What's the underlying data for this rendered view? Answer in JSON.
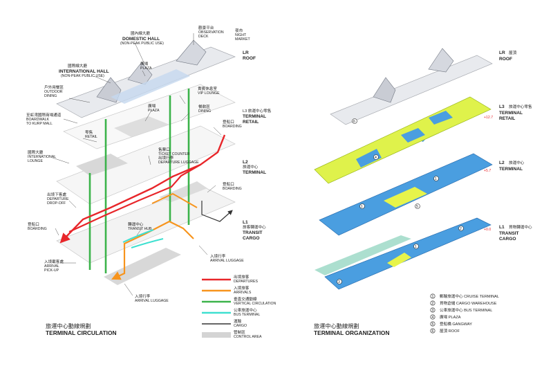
{
  "left_panel": {
    "title_cn": "旅運中心動線規劃",
    "title_en": "TERMINAL CIRCULATION",
    "levels": [
      {
        "l1": "LR",
        "l2": "ROOF"
      },
      {
        "cn": "L3 旅運中心零售",
        "l1": "TERMINAL",
        "l2": "RETAIL"
      },
      {
        "cn": "L2",
        "l1": "旅運中心",
        "l2": "TERMINAL"
      },
      {
        "l1": "L1",
        "l2": "旅客轉運中心",
        "l3": "TRANSIT",
        "l4": "CARGO"
      }
    ],
    "labels": {
      "domestic_cn": "國內線大廳",
      "domestic_en": "DOMESTIC HALL",
      "domestic_sub": "(NON-PEAK PUBLIC USE)",
      "observation_cn": "觀景平台",
      "observation_en1": "OBSERVATION",
      "observation_en2": "DECK",
      "night_cn": "夜市",
      "night_en1": "NIGHT",
      "night_en2": "MARKET",
      "intl_cn": "國際線大廳",
      "intl_en": "INTERNATIONAL HALL",
      "intl_sub": "(NON-PEAK PUBLIC USE)",
      "plaza_top_cn": "廣場",
      "plaza_top_en": "PLAZA",
      "outdoor_cn": "戶外用餐區",
      "outdoor_en1": "OUTDOOR",
      "outdoor_en2": "DINING",
      "vip_cn": "貴賓休息室",
      "vip_en": "VIP LOUNGE",
      "boardwalk_cn": "至虹湾國際商場通道",
      "boardwalk_en1": "BOARDWALK",
      "boardwalk_en2": "TO KURP MALL",
      "plaza_mid_cn": "廣場",
      "plaza_mid_en": "PLAZA",
      "dining_cn": "餐飲區",
      "dining_en": "DINING",
      "retail_cn": "零售",
      "retail_en": "RETAIL",
      "boarding_l3_cn": "登船口",
      "boarding_l3_en": "BOARDING",
      "ticket_cn": "售票口",
      "ticket_en": "TICKET COUNTER",
      "deplug_cn": "出境行李",
      "deplug_en": "DEPARTURE LUGGAGE",
      "lounge_cn": "國際大廳",
      "lounge_en1": "INTERNATIONAL",
      "lounge_en2": "LOUNGE",
      "dropoff_cn": "出境下客處",
      "dropoff_en1": "DEPARTURE",
      "dropoff_en2": "DROP-OFF",
      "boarding_l2_cn": "登船口",
      "boarding_l2_en": "BOARDING",
      "boarding_l1_cn": "登船口",
      "boarding_l1_en": "BOARDING",
      "transit_cn": "轉運中心",
      "transit_en": "TRANSIT HUB",
      "arrival_pick_cn": "入境載客處",
      "arrival_pick_en1": "ARRIVAL",
      "arrival_pick_en2": "PICK-UP",
      "arrival_lug_r_cn": "入境行李",
      "arrival_lug_r_en": "ARRIVAL LUGGAGE",
      "arrival_lug_cn": "入境行李",
      "arrival_lug_en": "ARRIVAL LUGGAGE"
    },
    "legend": [
      {
        "cn": "出境旅客",
        "en": "DEPARTURES",
        "color": "#e8262a",
        "kind": "line"
      },
      {
        "cn": "入境旅客",
        "en": "ARRIVALS",
        "color": "#f7941d",
        "kind": "line"
      },
      {
        "cn": "垂直交通動線",
        "en": "VERTICAL CIRCULATION",
        "color": "#3bb34a",
        "kind": "line"
      },
      {
        "cn": "公車旅運中心",
        "en": "BUS TERMINAL",
        "color": "#3ee0d0",
        "kind": "line"
      },
      {
        "cn": "運輸",
        "en": "CARGO",
        "color": "#333333",
        "kind": "line"
      },
      {
        "cn": "管制區",
        "en": "CONTROL AREA",
        "color": "#d4d4d4",
        "kind": "box"
      }
    ]
  },
  "right_panel": {
    "title_cn": "旅運中心動線規劃",
    "title_en": "TERMINAL ORGANIZATION",
    "levels": [
      {
        "l1": "LR",
        "l2": "屋頂",
        "l3": "ROOF"
      },
      {
        "l1": "L3",
        "l2": "旅運中心零售",
        "l3": "TERMINAL",
        "l4": "RETAIL",
        "elev": "+12.7"
      },
      {
        "l1": "L2",
        "l2": "旅運中心",
        "l3": "TERMINAL",
        "elev": "+5.7"
      },
      {
        "l1": "L1",
        "l2": "貨物轉運中心",
        "l3": "TRANSIT",
        "l4": "CARGO",
        "elev": "+0.0"
      }
    ],
    "legend": [
      {
        "num": "1",
        "text": "郵輪旅運中心 CRUISE TERMINAL"
      },
      {
        "num": "2",
        "text": "貨物倉儲 CARGO WAREHOUSE"
      },
      {
        "num": "3",
        "text": "公車旅運中心 BUS TERMINAL"
      },
      {
        "num": "4",
        "text": "廣場 PLAZA"
      },
      {
        "num": "5",
        "text": "登船橋 GANGWAY"
      },
      {
        "num": "6",
        "text": "屋頂 ROOF"
      }
    ],
    "markers": [
      "6",
      "4",
      "1",
      "1",
      "5",
      "1",
      "2",
      "3"
    ]
  }
}
